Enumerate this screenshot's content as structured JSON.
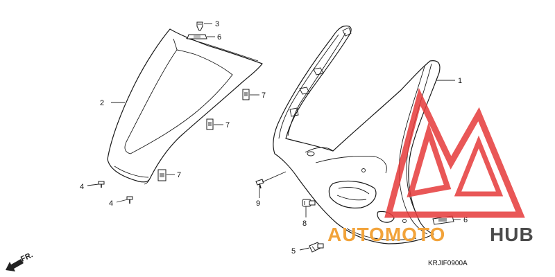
{
  "diagram": {
    "code": "KRJIF0900A",
    "direction_label": "FR.",
    "callouts": {
      "c1": "1",
      "c2": "2",
      "c3": "3",
      "c4a": "4",
      "c4b": "4",
      "c5": "5",
      "c6a": "6",
      "c6b": "6",
      "c7a": "7",
      "c7b": "7",
      "c7c": "7",
      "c8": "8",
      "c9": "9"
    }
  },
  "watermark": {
    "text_left": "AUTOMOTO",
    "text_right": "HUB",
    "color_red": "#e63a3a",
    "color_orange": "#f2a33a",
    "color_gray": "#4a4a4a"
  }
}
